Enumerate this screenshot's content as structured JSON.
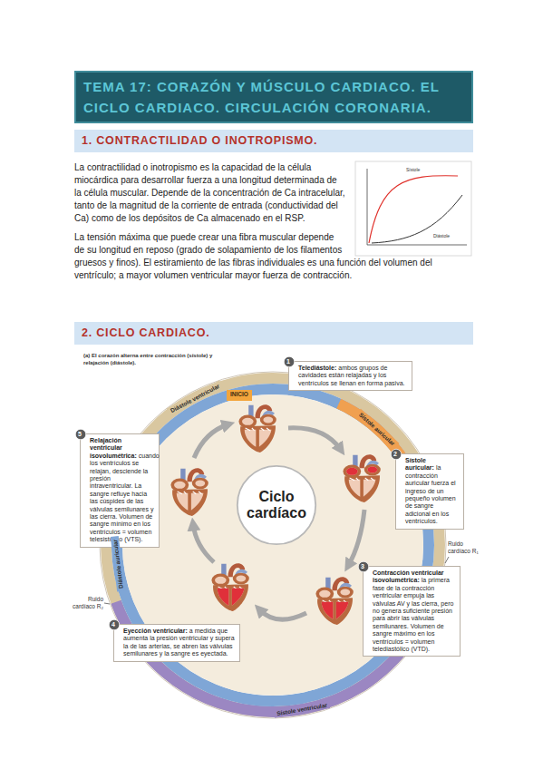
{
  "diagram": {
    "title": "TEMA 17: CORAZÓN Y MÚSCULO CARDIACO. EL CICLO CARDIACO. CIRCULACIÓN CORONARIA.",
    "nodes": [
      {
        "text": [
          "1. CONTRACTILIDAD O INOTROPISMO."
        ]
      },
      {
        "text": [
          "2. CICLO CARDIACO."
        ]
      },
      {
        "text": [
          "Telediástole:",
          "ambos grupos de cavidades están relajadas y los ventrículos se llenan en forma pasiva."
        ]
      },
      {
        "text": [
          "1"
        ],
        "in": 2
      },
      {
        "text": [
          "INICIO"
        ]
      },
      {
        "text": [
          "Relajación ventricular isovolumétrica:",
          "cuando los ventrículos se relajan, desciende la presión intraventricular. La sangre refluye hacia las cúspides de las válvulas semilunares y las cierra. Volumen de sangre mínimo en los ventrículos = volumen telesistólico (VTS)."
        ]
      },
      {
        "text": [
          "5"
        ],
        "in": 5
      },
      {
        "text": [
          "Sístole auricular:",
          "la contracción auricular fuerza el ingreso de un pequeño volumen de sangre adicional en los ventrículos."
        ]
      },
      {
        "text": [
          "2"
        ],
        "in": 7
      },
      {
        "text": [
          "Ciclo cardíaco"
        ]
      },
      {
        "text": [
          "Contracción ventricular isovolumétrica:",
          "la primera fase de la contracción ventricular empuja las válvulas AV y las cierra, pero no genera suficiente presión para abrir las válvulas semilunares. Volumen de sangre máximo en los ventrículos = volumen telediastólico (VTD)."
        ]
      },
      {
        "text": [
          "3"
        ],
        "in": 10
      },
      {
        "text": [
          "Eyección ventricular:",
          "a medida que aumenta la presión ventricular y supera la de las arterias, se abren las válvulas semilunares y la sangre es eyectada."
        ]
      },
      {
        "text": [
          "4"
        ],
        "in": 12
      }
    ],
    "labels": [
      "La contractilidad o inotropismo es la capacidad de la célula miocárdica para desarrollar fuerza a una longitud determinada de la célula muscular. Depende de la concentración de Ca intracelular, tanto de la magnitud de la corriente de entrada (conductividad del Ca) como de los depósitos de Ca almacenado en el RSP.",
      "La tensión máxima que puede crear una fibra muscular depende de su longitud en reposo (grado de solapamiento de los filamentos gruesos y finos). El estiramiento de las fibras individuales es una función del volumen del ventrículo; a mayor volumen ventricular mayor fuerza de contracción.",
      "Sístole",
      "Diástole",
      "(a) El corazón alterna entre contracción (sístole) y relajación (diástole).",
      "Diástole ventricular",
      "Sístole auricular",
      "Ruido cardíaco R₁",
      "Diástole auricular",
      "Ruido cardíaco R₂",
      "Sístole ventricular"
    ]
  }
}
